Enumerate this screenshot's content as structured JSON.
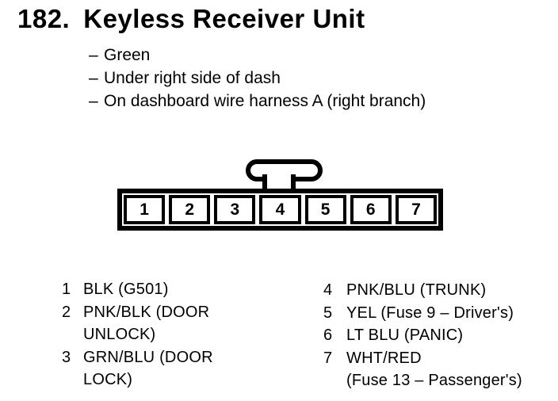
{
  "header": {
    "number": "182.",
    "title": "Keyless Receiver Unit"
  },
  "bullet_char": "–",
  "notes": [
    "Green",
    "Under right side of dash",
    "On dashboard wire harness A (right branch)"
  ],
  "connector": {
    "pins": [
      "1",
      "2",
      "3",
      "4",
      "5",
      "6",
      "7"
    ]
  },
  "legend": {
    "left": [
      {
        "pin": "1",
        "label": "BLK (G501)"
      },
      {
        "pin": "2",
        "label": "PNK/BLK (DOOR\nUNLOCK)"
      },
      {
        "pin": "3",
        "label": "GRN/BLU (DOOR\nLOCK)"
      }
    ],
    "right": [
      {
        "pin": "4",
        "label": "PNK/BLU (TRUNK)"
      },
      {
        "pin": "5",
        "label": "YEL (Fuse 9 – Driver's)"
      },
      {
        "pin": "6",
        "label": "LT BLU (PANIC)"
      },
      {
        "pin": "7",
        "label": "WHT/RED\n(Fuse 13 – Passenger's)"
      }
    ]
  },
  "colors": {
    "ink": "#000000",
    "paper": "#ffffff"
  }
}
